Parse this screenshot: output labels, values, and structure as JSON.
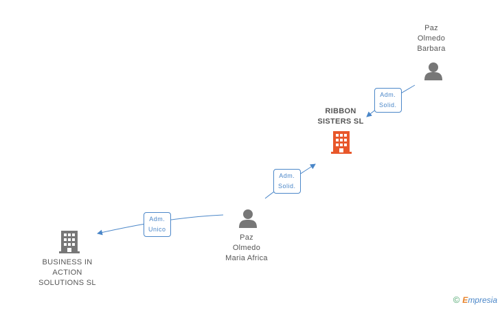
{
  "nodes": {
    "ribbon": {
      "lines": [
        "RIBBON",
        "SISTERS SL"
      ],
      "color": "#e8572a"
    },
    "business": {
      "lines": [
        "BUSINESS IN",
        "ACTION",
        "SOLUTIONS SL"
      ],
      "color": "#777777"
    },
    "maria": {
      "lines": [
        "Paz",
        "Olmedo",
        "Maria Africa"
      ],
      "color": "#777777"
    },
    "barbara": {
      "lines": [
        "Paz",
        "Olmedo",
        "Barbara"
      ],
      "color": "#777777"
    }
  },
  "edges": {
    "barbara_ribbon": {
      "lines": [
        "Adm.",
        "Solid."
      ]
    },
    "maria_ribbon": {
      "lines": [
        "Adm.",
        "Solid."
      ]
    },
    "maria_business": {
      "lines": [
        "Adm.",
        "Unico"
      ]
    }
  },
  "colors": {
    "edge": "#4a86c8"
  },
  "brand": {
    "copyright": "©",
    "e": "E",
    "rest": "mpresia"
  }
}
